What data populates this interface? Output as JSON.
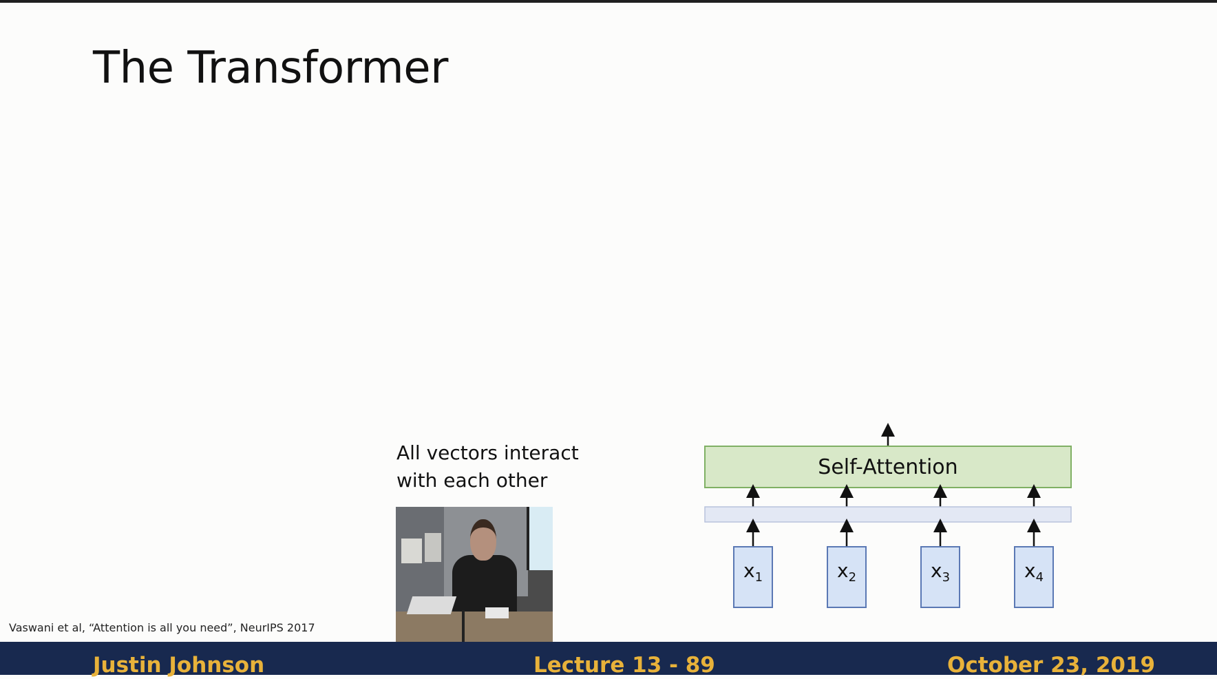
{
  "slide": {
    "title": "The Transformer",
    "caption_lines": [
      "All vectors interact",
      "with each other"
    ],
    "citation": "Vaswani et al, “Attention is all you need”, NeurIPS 2017"
  },
  "footer": {
    "author": "Justin Johnson",
    "lecture": "Lecture 13 - 89",
    "date": "October 23, 2019"
  },
  "diagram": {
    "block_label": "Self-Attention",
    "inputs": [
      {
        "base": "x",
        "sub": "1"
      },
      {
        "base": "x",
        "sub": "2"
      },
      {
        "base": "x",
        "sub": "3"
      },
      {
        "base": "x",
        "sub": "4"
      }
    ],
    "colors": {
      "attention_fill": "#d8e8c8",
      "attention_border": "#7fb064",
      "bar_fill": "#e3e8f4",
      "bar_border": "#b8c2dc",
      "input_fill": "#d6e3f6",
      "input_border": "#5a78b4",
      "footer_bg": "#18294f",
      "footer_text": "#e8b23a"
    }
  }
}
